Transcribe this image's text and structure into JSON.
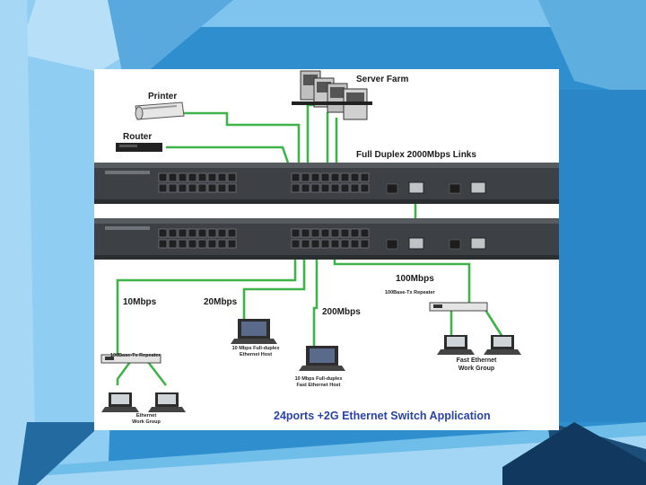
{
  "colors": {
    "background": "#2f8fce",
    "panel": "#ffffff",
    "link": "#3fb24a",
    "switch_body": "#3d4145",
    "title": "#2b43a8"
  },
  "diagram": {
    "title": "24ports +2G Ethernet Switch Application",
    "labels": {
      "server_farm": "Server Farm",
      "printer": "Printer",
      "router": "Router",
      "full_duplex": "Full Duplex 2000Mbps Links",
      "speed_100": "100Mbps",
      "speed_10": "10Mbps",
      "speed_20": "20Mbps",
      "speed_200": "200Mbps",
      "repeater_right": "100Base-Tx Repeater",
      "repeater_left": "100Base-Tx Repeater",
      "host_10": [
        "10 Mbps Full-duplex",
        "Ethernet Host"
      ],
      "host_fast": [
        "10 Mbps Full-duplex",
        "Fast Ethernet Host"
      ],
      "fast_group": [
        "Fast Ethernet",
        "Work Group"
      ],
      "ethernet_group": [
        "Ethernet",
        "Work Group"
      ]
    },
    "icons": [
      "server-icon",
      "printer-icon",
      "router-icon",
      "switch-icon",
      "repeater-icon",
      "laptop-icon",
      "workstation-icon"
    ]
  }
}
